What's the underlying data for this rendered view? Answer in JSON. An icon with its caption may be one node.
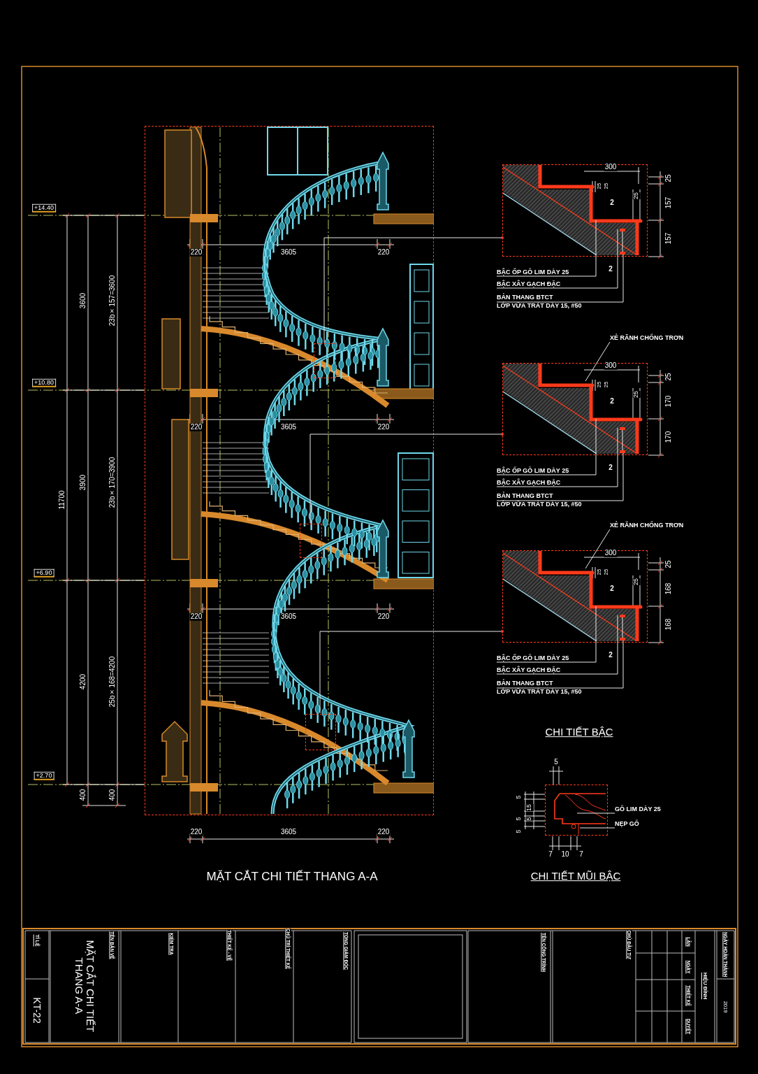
{
  "diagram": {
    "nodes": [
      {
        "text": [],
        "shape": "picture"
      },
      {
        "text": [],
        "shape": "box",
        "in": 0
      },
      {
        "text": [],
        "shape": "box",
        "in": 0
      },
      {
        "text": [],
        "shape": "box",
        "in": 0
      },
      {
        "text": [],
        "shape": "picture"
      },
      {
        "text": [],
        "shape": "picture"
      },
      {
        "text": [],
        "shape": "picture"
      },
      {
        "text": [],
        "shape": "picture"
      },
      {
        "text": [
          "BẬC ỐP GỖ LIM DÀY 25"
        ]
      },
      {
        "text": [
          "BẬC XÂY GẠCH ĐẶC"
        ]
      },
      {
        "text": [
          "BẢN THANG BTCT",
          "LỚP VỮA TRÁT DÀY 15, #50"
        ]
      },
      {
        "text": [
          "XẺ RÃNH CHỐNG TRƠN"
        ]
      },
      {
        "text": [
          "BẬC ỐP GỖ LIM DÀY 25"
        ]
      },
      {
        "text": [
          "BẬC XÂY GẠCH ĐẶC"
        ]
      },
      {
        "text": [
          "BẢN THANG BTCT",
          "LỚP VỮA TRÁT DÀY 15, #50"
        ]
      },
      {
        "text": [
          "XẺ RÃNH CHỐNG TRƠN"
        ]
      },
      {
        "text": [
          "BẬC ỐP GỖ LIM DÀY 25"
        ]
      },
      {
        "text": [
          "BẬC XÂY GẠCH ĐẶC"
        ]
      },
      {
        "text": [
          "BẢN THANG BTCT",
          "LỚP VỮA TRÁT DÀY 15, #50"
        ]
      },
      {
        "text": [
          "GỖ LIM DÀY 25"
        ]
      },
      {
        "text": [
          "NẸP GỖ"
        ]
      }
    ],
    "edges": [
      {
        "from": 1,
        "to": 4,
        "arrow": "other"
      },
      {
        "from": 2,
        "to": 5,
        "arrow": "other"
      },
      {
        "from": 3,
        "to": 6,
        "arrow": "other"
      },
      {
        "from": 8,
        "to": 4,
        "arrow": "none"
      },
      {
        "from": 9,
        "to": 4,
        "arrow": "none"
      },
      {
        "from": 10,
        "to": 4,
        "arrow": "none"
      },
      {
        "from": 11,
        "to": 5,
        "arrow": "none"
      },
      {
        "from": 12,
        "to": 5,
        "arrow": "none"
      },
      {
        "from": 13,
        "to": 5,
        "arrow": "none"
      },
      {
        "from": 14,
        "to": 5,
        "arrow": "none"
      },
      {
        "from": 15,
        "to": 6,
        "arrow": "none"
      },
      {
        "from": 16,
        "to": 6,
        "arrow": "none"
      },
      {
        "from": 17,
        "to": 6,
        "arrow": "none"
      },
      {
        "from": 18,
        "to": 6,
        "arrow": "none"
      },
      {
        "from": 19,
        "to": 7,
        "arrow": "none"
      },
      {
        "from": 20,
        "to": 7,
        "arrow": "none"
      }
    ],
    "labels": [
      "+14.40",
      "3600",
      "23b×157=3600",
      "+10.80",
      "11700",
      "3900",
      "23b×170=3900",
      "+6.90",
      "4200",
      "25b×168=4200",
      "+2.70",
      "400",
      "400",
      "220",
      "3605",
      "220",
      "220",
      "3605",
      "220",
      "220",
      "3605",
      "220",
      "220",
      "3605",
      "220",
      "MẶT CẮT CHI TIẾT THANG A-A",
      "300",
      "25",
      "25",
      "25",
      "25",
      "157",
      "157",
      "2",
      "2",
      "300",
      "25",
      "25",
      "25",
      "25",
      "170",
      "170",
      "2",
      "2",
      "300",
      "25",
      "25",
      "25",
      "25",
      "168",
      "168",
      "2",
      "2",
      "CHI TIẾT BẬC",
      "5",
      "5",
      "15",
      "5",
      "5",
      "5",
      "7",
      "10",
      "7",
      "CHI TIẾT MŨI BẬC",
      "TỈ LỆ",
      "KT-22",
      "TÊN BẢN VẼ",
      "MẶT CẮT CHI TIẾT THANG A-A",
      "KIỂM TRA",
      "THIẾT KẾ - VẼ",
      "CHỦ TRÌ THIẾT KẾ",
      "TỔNG GIÁM ĐỐC",
      "TÊN CÔNG TRÌNH",
      "CHỦ ĐẦU TƯ",
      "LẦN",
      "NGÀY",
      "THIẾT KẾ",
      "DUYỆT",
      "HIỆU ĐÍNH",
      "NGÀY HOÀN THÀNH",
      "2019"
    ]
  }
}
